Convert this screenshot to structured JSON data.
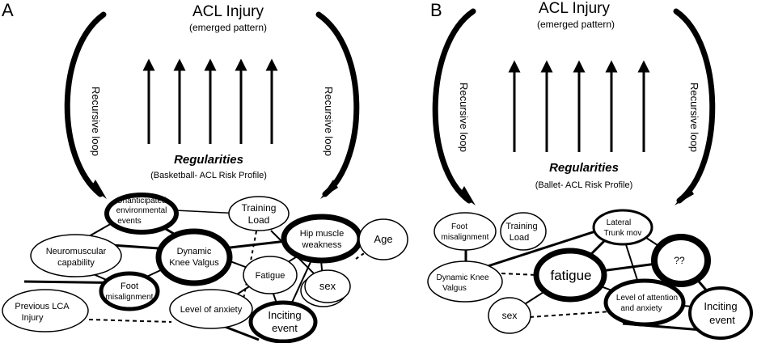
{
  "panels": [
    {
      "letter": "A",
      "title": "ACL Injury",
      "subtitle": "(emerged pattern)",
      "loop_label": "Recursive loop",
      "regularities": "Regularities",
      "profile": "(Basketball- ACL Risk  Profile)",
      "nodes": [
        {
          "id": "unanticipated",
          "label": [
            "Unanticipated",
            "environmental",
            "events"
          ],
          "thick": true
        },
        {
          "id": "training",
          "label": [
            "Training",
            "Load"
          ],
          "thick": false
        },
        {
          "id": "hip",
          "label": [
            "Hip muscle",
            "weakness"
          ],
          "thick": true
        },
        {
          "id": "age",
          "label": [
            "Age"
          ],
          "thick": false
        },
        {
          "id": "neuromuscular",
          "label": [
            "Neuromuscular",
            "capability"
          ],
          "thick": false
        },
        {
          "id": "dkv",
          "label": [
            "Dynamic",
            "Knee Valgus"
          ],
          "thick": true
        },
        {
          "id": "fatigue",
          "label": [
            "Fatigue"
          ],
          "thick": false
        },
        {
          "id": "sex",
          "label": [
            "sex"
          ],
          "thick": false
        },
        {
          "id": "foot",
          "label": [
            "Foot",
            "misalignment"
          ],
          "thick": true
        },
        {
          "id": "previous",
          "label": [
            "Previous LCA",
            "Injury"
          ],
          "thick": false
        },
        {
          "id": "anxiety",
          "label": [
            "Level of anxiety"
          ],
          "thick": false
        },
        {
          "id": "inciting",
          "label": [
            "Inciting",
            "event"
          ],
          "thick": true
        }
      ]
    },
    {
      "letter": "B",
      "title": "ACL Injury",
      "subtitle": "(emerged pattern)",
      "loop_label": "Recursive loop",
      "regularities": "Regularities",
      "profile": "(Ballet- ACL Risk  Profile)",
      "nodes": [
        {
          "id": "foot",
          "label": [
            "Foot",
            "misalignment"
          ],
          "thick": false
        },
        {
          "id": "training",
          "label": [
            "Training",
            "Load"
          ],
          "thick": false
        },
        {
          "id": "lateral",
          "label": [
            "Lateral",
            "Trunk mov"
          ],
          "thick": false
        },
        {
          "id": "dkv",
          "label": [
            "Dynamic Knee",
            "Valgus"
          ],
          "thick": false
        },
        {
          "id": "fatigue",
          "label": [
            "fatigue"
          ],
          "thick": true
        },
        {
          "id": "unknown",
          "label": [
            "??"
          ],
          "thick": true
        },
        {
          "id": "sex",
          "label": [
            "sex"
          ],
          "thick": false
        },
        {
          "id": "attention",
          "label": [
            "Level of attention",
            "and anxiety"
          ],
          "thick": true
        },
        {
          "id": "inciting",
          "label": [
            "Inciting",
            "event"
          ],
          "thick": false
        }
      ]
    }
  ]
}
